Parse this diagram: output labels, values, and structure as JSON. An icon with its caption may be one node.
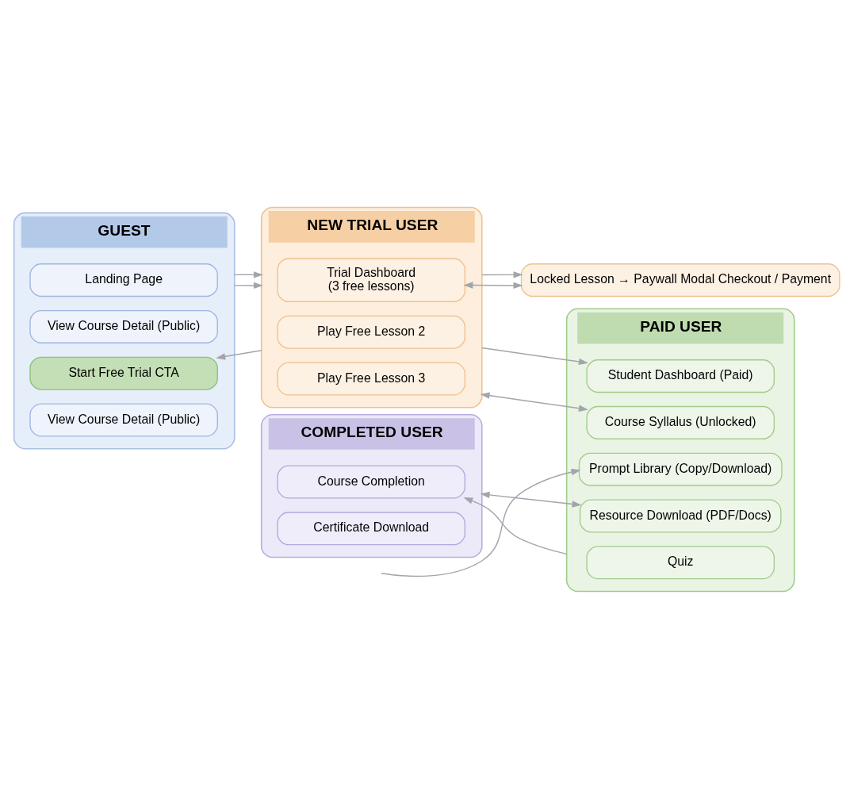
{
  "diagram": {
    "nodes": [
      {
        "text": [
          "GUEST"
        ]
      },
      {
        "text": [
          "Landing Page"
        ],
        "in": 0
      },
      {
        "text": [
          "View Course Detail (Public)"
        ],
        "in": 0
      },
      {
        "text": [
          "Start Free Trial CTA"
        ],
        "in": 0
      },
      {
        "text": [
          "View Course Detail (Public)"
        ],
        "in": 0
      },
      {
        "text": [
          "NEW TRIAL USER"
        ]
      },
      {
        "text": [
          "Trial Dashboard",
          "(3 free lessons)"
        ],
        "in": 5
      },
      {
        "text": [
          "Play Free Lesson 2"
        ],
        "in": 5
      },
      {
        "text": [
          "Play Free Lesson 3"
        ],
        "in": 5
      },
      {
        "text": [
          "Locked Lesson → Paywall Modal Checkout / Payment"
        ]
      },
      {
        "text": [
          "PAID USER"
        ]
      },
      {
        "text": [
          "Student Dashboard (Paid)"
        ],
        "in": 10
      },
      {
        "text": [
          "Course Syllalus (Unlocked)"
        ],
        "in": 10
      },
      {
        "text": [
          "Prompt Library (Copy/Download)"
        ],
        "in": 10
      },
      {
        "text": [
          "Resource Download (PDF/Docs)"
        ],
        "in": 10
      },
      {
        "text": [
          "Quiz"
        ],
        "in": 10
      },
      {
        "text": [
          "COMPLETED USER"
        ]
      },
      {
        "text": [
          "Course Completion"
        ],
        "in": 16
      },
      {
        "text": [
          "Certificate Download"
        ],
        "in": 16
      }
    ],
    "edges": [
      {
        "from": 0,
        "to": 5,
        "arrow": "to"
      },
      {
        "from": 0,
        "to": 5,
        "arrow": "to"
      },
      {
        "from": 5,
        "to": 3,
        "arrow": "to"
      },
      {
        "from": 6,
        "to": 9,
        "arrow": "both"
      },
      {
        "from": 5,
        "to": 9,
        "arrow": "to"
      },
      {
        "from": 5,
        "to": 11,
        "arrow": "to"
      },
      {
        "from": 5,
        "to": 12,
        "arrow": "both"
      },
      {
        "from": null,
        "to": 13,
        "arrow": "to"
      },
      {
        "from": 14,
        "to": 16,
        "arrow": "both"
      },
      {
        "from": 10,
        "to": 17,
        "arrow": "to"
      }
    ]
  }
}
